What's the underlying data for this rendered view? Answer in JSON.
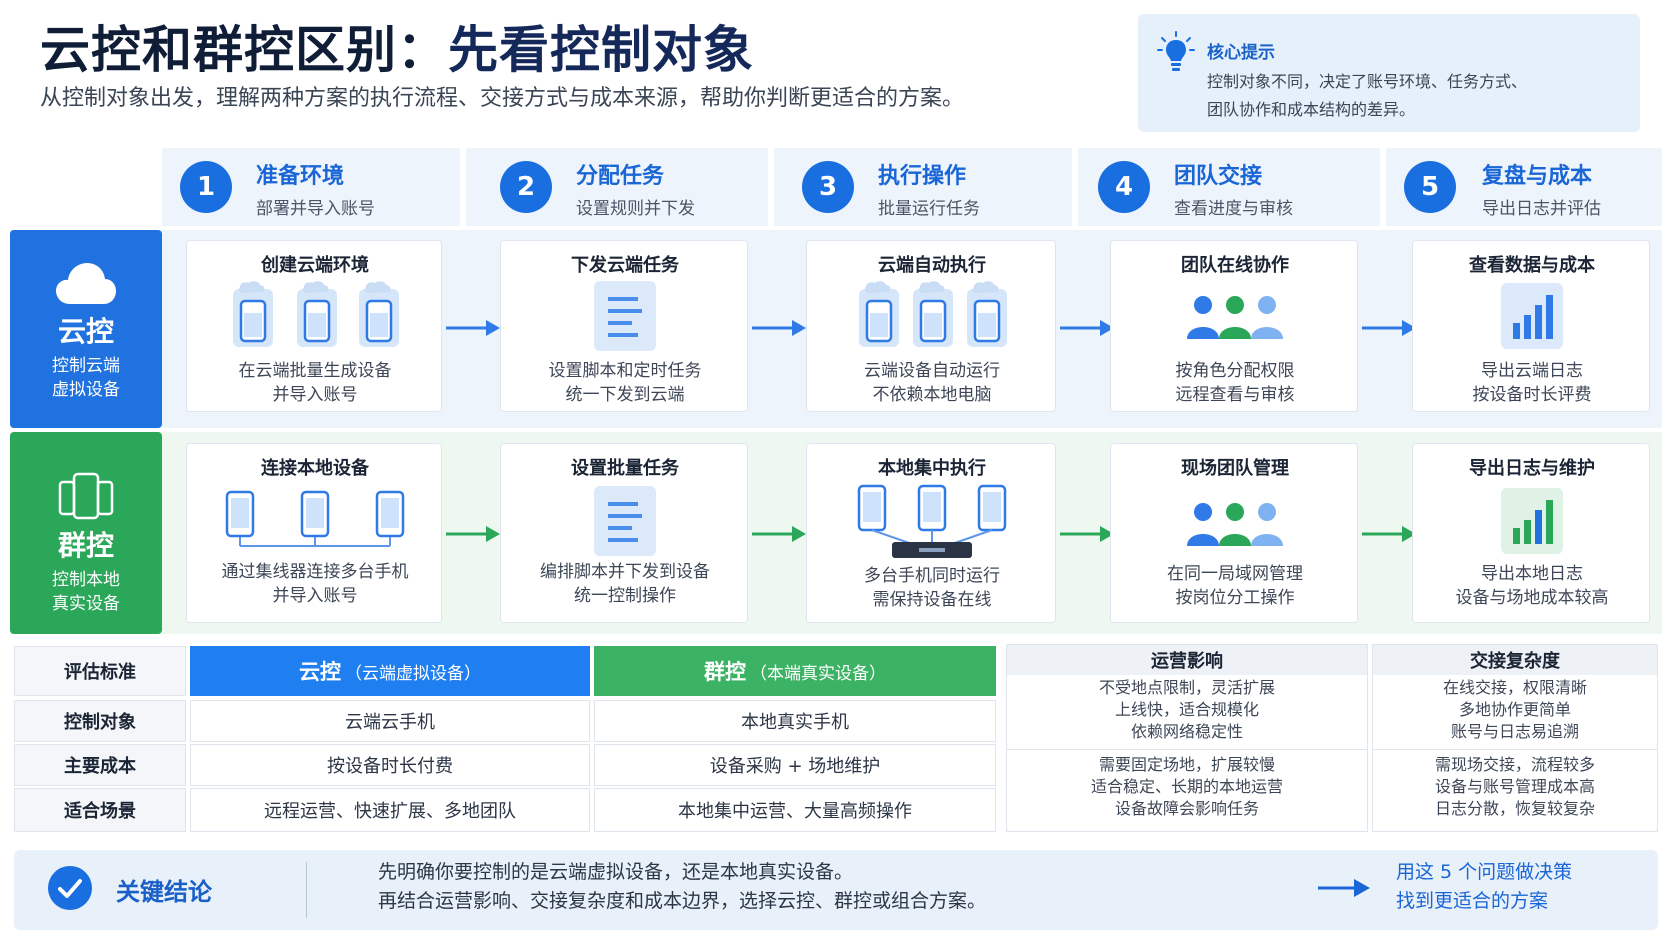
{
  "header": {
    "title_a": "云控和群控区别：",
    "title_b": "先看控制对象",
    "subtitle": "从控制对象出发，理解两种方案的执行流程、交接方式与成本来源，帮助你判断更适合的方案。"
  },
  "tip": {
    "icon": "lightbulb-icon",
    "title": "核心提示",
    "line1": "控制对象不同，决定了账号环境、任务方式、",
    "line2": "团队协作和成本结构的差异。"
  },
  "steps": [
    {
      "num": "1",
      "title": "准备环境",
      "sub": "部署并导入账号"
    },
    {
      "num": "2",
      "title": "分配任务",
      "sub": "设置规则并下发"
    },
    {
      "num": "3",
      "title": "执行操作",
      "sub": "批量运行任务"
    },
    {
      "num": "4",
      "title": "团队交接",
      "sub": "查看进度与审核"
    },
    {
      "num": "5",
      "title": "复盘与成本",
      "sub": "导出日志并评估"
    }
  ],
  "cloud": {
    "side_title": "云控",
    "side_sub1": "控制云端",
    "side_sub2": "虚拟设备",
    "cards": [
      {
        "title": "创建云端环境",
        "d1": "在云端批量生成设备",
        "d2": "并导入账号"
      },
      {
        "title": "下发云端任务",
        "d1": "设置脚本和定时任务",
        "d2": "统一下发到云端"
      },
      {
        "title": "云端自动执行",
        "d1": "云端设备自动运行",
        "d2": "不依赖本地电脑"
      },
      {
        "title": "团队在线协作",
        "d1": "按角色分配权限",
        "d2": "远程查看与审核"
      },
      {
        "title": "查看数据与成本",
        "d1": "导出云端日志",
        "d2": "按设备时长评费"
      }
    ]
  },
  "group": {
    "side_title": "群控",
    "side_sub1": "控制本地",
    "side_sub2": "真实设备",
    "cards": [
      {
        "title": "连接本地设备",
        "d1": "通过集线器连接多台手机",
        "d2": "并导入账号"
      },
      {
        "title": "设置批量任务",
        "d1": "编排脚本并下发到设备",
        "d2": "统一控制操作"
      },
      {
        "title": "本地集中执行",
        "d1": "多台手机同时运行",
        "d2": "需保持设备在线"
      },
      {
        "title": "现场团队管理",
        "d1": "在同一局域网管理",
        "d2": "按岗位分工操作"
      },
      {
        "title": "导出日志与维护",
        "d1": "导出本地日志",
        "d2": "设备与场地成本较高"
      }
    ]
  },
  "table": {
    "h_criteria": "评估标准",
    "h_cloud": "云控",
    "h_cloud_note": "（云端虚拟设备）",
    "h_group": "群控",
    "h_group_note": "（本端真实设备）",
    "rows": [
      {
        "label": "控制对象",
        "cloud": "云端云手机",
        "group": "本地真实手机"
      },
      {
        "label": "主要成本",
        "cloud": "按设备时长付费",
        "group": "设备采购 + 场地维护"
      },
      {
        "label": "适合场景",
        "cloud": "远程运营、快速扩展、多地团队",
        "group": "本地集中运营、大量高频操作"
      }
    ]
  },
  "impact": {
    "title": "运营影响",
    "cloud_lines": [
      "不受地点限制，灵活扩展",
      "上线快，适合规模化",
      "依赖网络稳定性"
    ],
    "group_lines": [
      "需要固定场地，扩展较慢",
      "适合稳定、长期的本地运营",
      "设备故障会影响任务"
    ]
  },
  "handover": {
    "title": "交接复杂度",
    "cloud_lines": [
      "在线交接，权限清晰",
      "多地协作更简单",
      "账号与日志易追溯"
    ],
    "group_lines": [
      "需现场交接，流程较多",
      "设备与账号管理成本高",
      "日志分散，恢复较复杂"
    ]
  },
  "conclusion": {
    "title": "关键结论",
    "line1": "先明确你要控制的是云端虚拟设备，还是本地真实设备。",
    "line2": "再结合运营影响、交接复杂度和成本边界，选择云控、群控或组合方案。",
    "cta1": "用这 5 个问题做决策",
    "cta2": "找到更适合的方案"
  },
  "colors": {
    "cloud": "#1f72df",
    "group": "#2ba75a",
    "accent": "#1a6fe0"
  }
}
